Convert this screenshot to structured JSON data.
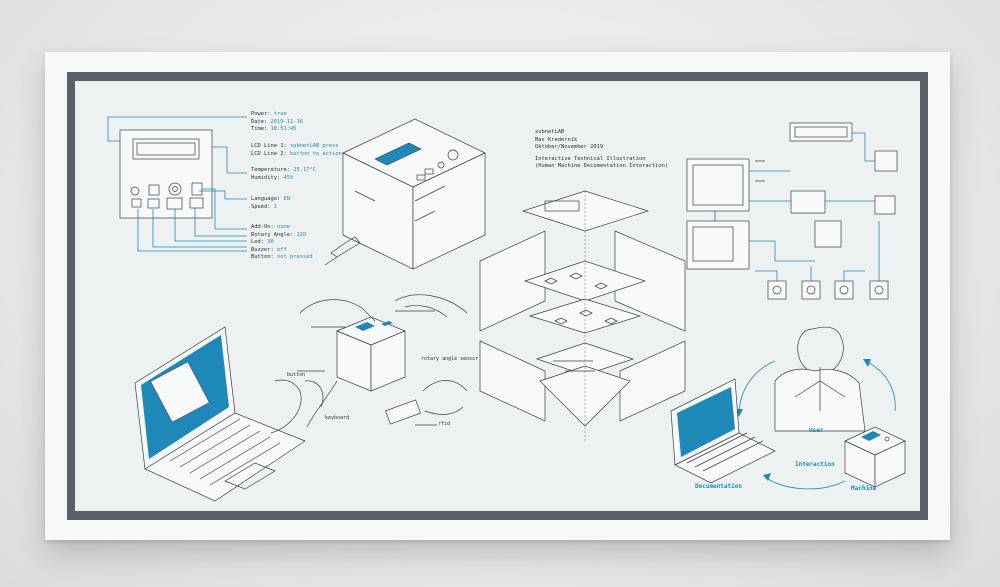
{
  "status_readout": {
    "power": {
      "label": "Power: ",
      "value": "true"
    },
    "date": {
      "label": "Date: ",
      "value": "2019-11-16"
    },
    "time": {
      "label": "Time: ",
      "value": "18:51:45"
    },
    "lcd1": {
      "label": "LCD Line 1: ",
      "value": "subnetLAB press"
    },
    "lcd2": {
      "label": "LCD Line 2: ",
      "value": "button to action"
    },
    "temperature": {
      "label": "Temperature: ",
      "value": "25.17°C"
    },
    "humidity": {
      "label": "Humidity: ",
      "value": "45%"
    },
    "language": {
      "label": "Language: ",
      "value": "EN"
    },
    "speed": {
      "label": "Speed: ",
      "value": "1"
    },
    "addon": {
      "label": "Add-On: ",
      "value": "none"
    },
    "rotary": {
      "label": "Rotary Angle: ",
      "value": "120"
    },
    "led": {
      "label": "Led: ",
      "value": "30"
    },
    "buzzer": {
      "label": "Buzzer: ",
      "value": "off"
    },
    "button": {
      "label": "Button: ",
      "value": "not pressed"
    }
  },
  "credits": {
    "line1": "subnetLAB",
    "line2": "Max Kredernik",
    "line3": "Oktober/November 2019",
    "line4": "Interactive Technical Illustration",
    "line5": "(Human Machine Documentation Interaction)"
  },
  "callouts": {
    "button": "button",
    "rotary": "rotary angle sensor",
    "keyboard": "keyboard",
    "rfid": "rfid"
  },
  "cycle": {
    "user": "User",
    "interaction": "Interaction",
    "documentation": "Documentation",
    "machine": "Machine"
  },
  "colors": {
    "accent": "#1e88b8",
    "line": "#3a3f44",
    "paper": "#eef1f2",
    "frame": "#f7f8f8"
  }
}
